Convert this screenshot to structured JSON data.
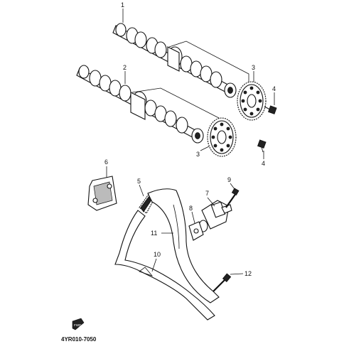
{
  "callouts": {
    "c1": "1",
    "c2": "2",
    "c3a": "3",
    "c3b": "3",
    "c4a": "4",
    "c4b": "4",
    "c5": "5",
    "c6": "6",
    "c7": "7",
    "c8": "8",
    "c9": "9",
    "c10": "10",
    "c11": "11",
    "c12": "12"
  },
  "diagram_code": "4YR010-7050",
  "fwd_marker": "FWD"
}
